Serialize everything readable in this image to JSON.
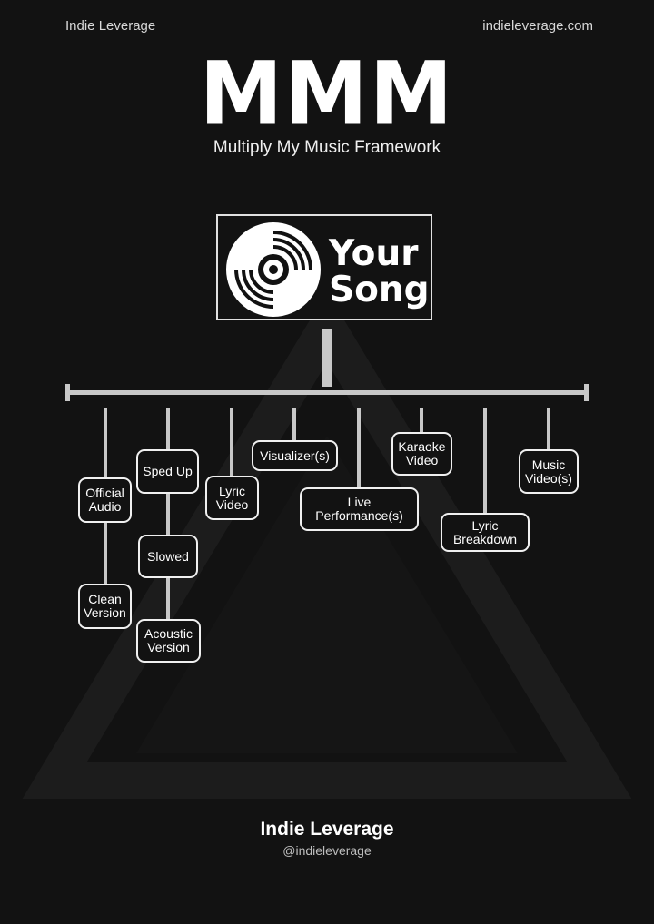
{
  "header": {
    "left": "Indie Leverage",
    "right": "indieleverage.com"
  },
  "title": "MMM",
  "subtitle": "Multiply My Music Framework",
  "root": {
    "line1": "Your",
    "line2": "Song",
    "icon": "vinyl-record-icon"
  },
  "nodes": {
    "official_audio": "Official Audio",
    "clean_version": "Clean Version",
    "sped_up": "Sped Up",
    "slowed": "Slowed",
    "acoustic_version": "Acoustic Version",
    "lyric_video": "Lyric Video",
    "visualizers": "Visualizer(s)",
    "live_performances": "Live Performance(s)",
    "karaoke_video": "Karaoke Video",
    "lyric_breakdown": "Lyric Breakdown",
    "music_videos": "Music Video(s)"
  },
  "footer": {
    "name": "Indie Leverage",
    "handle": "@indieleverage"
  },
  "colors": {
    "background": "#121212",
    "foreground": "#ffffff",
    "connector": "#c8c8c8"
  }
}
